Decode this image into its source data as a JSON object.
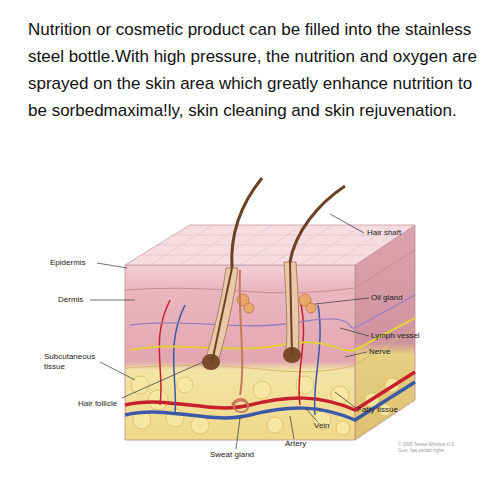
{
  "diagram": {
    "labels": [
      "Nutrition or cosmetic product can be filled into the stainless steel bottle.With high pressure, the nutrition and oxygen are sprayed on the skin area which greatly enhance nutrition to be sorbedmaxima!ly, skin cleaning and skin rejuvenation.",
      "Epidermis",
      "Dermis",
      "Subcutaneous tissue",
      "Hair follicle",
      "Hair shaft",
      "Oil gland",
      "Lymph vessel",
      "Nerve",
      "Fatty tissue",
      "Vein",
      "Artery",
      "Sweat gland",
      "© 2005 Terese Winslow U.S. Govt. has certain rights"
    ]
  }
}
